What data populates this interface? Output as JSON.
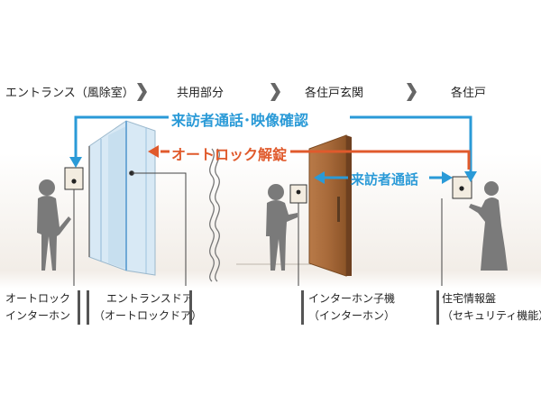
{
  "zones": [
    "エントランス（風除室）",
    "共用部分",
    "各住戸玄関",
    "各住戸"
  ],
  "flows": {
    "visitor_call_video": "来訪者通話･映像確認",
    "autolock_release": "オートロック解錠",
    "visitor_call": "来訪者通話"
  },
  "devices": [
    {
      "line1": "オートロック",
      "line2": "インターホン"
    },
    {
      "line1": "エントランスドア",
      "line2": "（オートロックドア）"
    },
    {
      "line1": "インターホン子機",
      "line2": "（インターホン）"
    },
    {
      "line1": "住宅情報盤",
      "line2": "（セキュリティ機能）"
    }
  ],
  "colors": {
    "blue": "#2a9ad7",
    "orange": "#e05a2c",
    "door": "#a8683a",
    "glass": "#cfe4f2",
    "person": "#7a7a7a"
  }
}
